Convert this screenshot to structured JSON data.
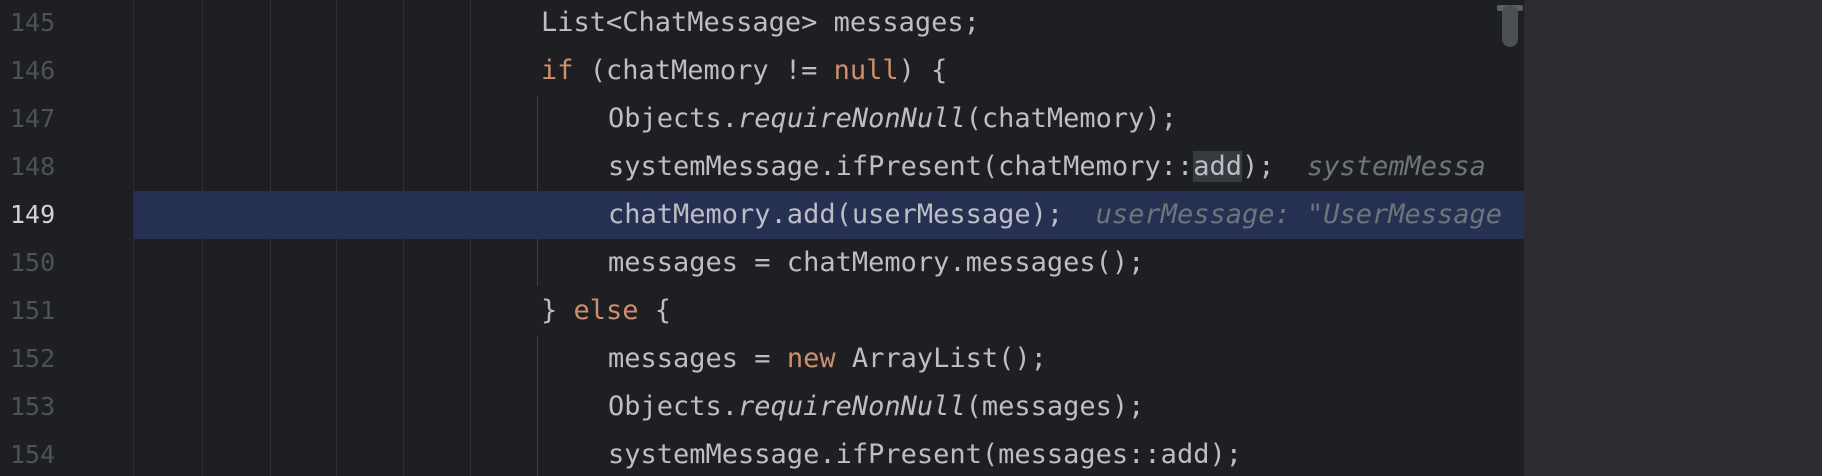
{
  "editor": {
    "lines": [
      {
        "num": "145",
        "parts": [
          {
            "t": "List<ChatMessage> messages;"
          }
        ]
      },
      {
        "num": "146",
        "parts": [
          {
            "t": "if",
            "c": "kw"
          },
          {
            "t": " (chatMemory != "
          },
          {
            "t": "null",
            "c": "kw"
          },
          {
            "t": ") {"
          }
        ]
      },
      {
        "num": "147",
        "parts": [
          {
            "t": "Objects."
          },
          {
            "t": "requireNonNull",
            "c": "it"
          },
          {
            "t": "(chatMemory);"
          }
        ]
      },
      {
        "num": "148",
        "parts": [
          {
            "t": "systemMessage.ifPresent(chatMemory::"
          },
          {
            "t": "add",
            "c": "hl"
          },
          {
            "t": ");  "
          },
          {
            "t": "systemMessa",
            "c": "hint"
          }
        ]
      },
      {
        "num": "149",
        "parts": [
          {
            "t": "chatMemory.add(userMessage);  "
          },
          {
            "t": "userMessage: \"UserMessage",
            "c": "hint"
          }
        ]
      },
      {
        "num": "150",
        "parts": [
          {
            "t": "messages = chatMemory.messages();"
          }
        ]
      },
      {
        "num": "151",
        "parts": [
          {
            "t": "} "
          },
          {
            "t": "else",
            "c": "kw"
          },
          {
            "t": " {"
          }
        ]
      },
      {
        "num": "152",
        "parts": [
          {
            "t": "messages = "
          },
          {
            "t": "new",
            "c": "kw"
          },
          {
            "t": " ArrayList();"
          }
        ]
      },
      {
        "num": "153",
        "parts": [
          {
            "t": "Objects."
          },
          {
            "t": "requireNonNull",
            "c": "it"
          },
          {
            "t": "(messages);"
          }
        ]
      },
      {
        "num": "154",
        "parts": [
          {
            "t": "systemMessage.ifPresent(messages::add);"
          }
        ]
      }
    ],
    "current_line": "149",
    "colors": {
      "background": "#1e1f22",
      "current_line": "#263052",
      "keyword": "#cf8e6d",
      "text": "#bcbec4",
      "hint": "#6f737a",
      "line_number": "#4e5157"
    }
  }
}
